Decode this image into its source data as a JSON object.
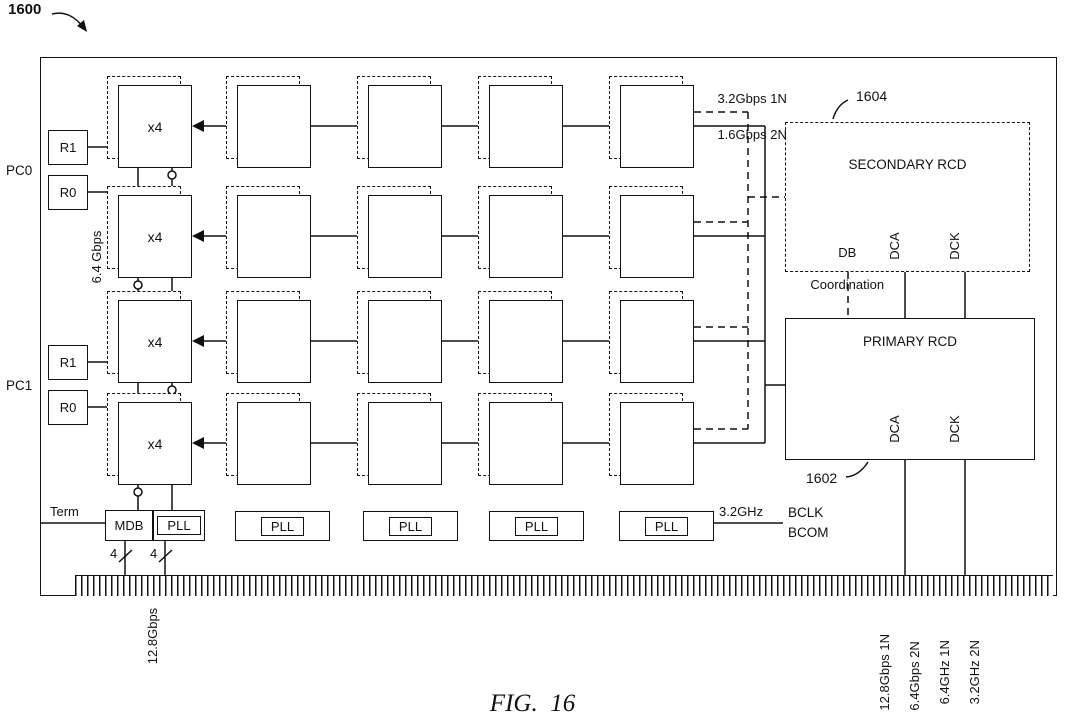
{
  "figure": {
    "ref": "1600",
    "caption": "FIG.  16"
  },
  "channels": {
    "pc0": "PC0",
    "pc1": "PC1",
    "r1": "R1",
    "r0": "R0"
  },
  "dram": {
    "x4_label": "x4",
    "left_bus_speed": "6.4 Gbps",
    "link_speed_line1": "3.2Gbps 1N",
    "link_speed_line2": "1.6Gbps 2N"
  },
  "secondary_rcd": {
    "ref": "1604",
    "title": "SECONDARY RCD",
    "db_coord_line1": "DB",
    "db_coord_line2": "Coordination",
    "dca": "DCA",
    "dck": "DCK"
  },
  "primary_rcd": {
    "ref": "1602",
    "title": "PRIMARY RCD",
    "dca": "DCA",
    "dck": "DCK"
  },
  "clock_row": {
    "term": "Term",
    "mdb": "MDB",
    "pll": "PLL",
    "freq": "3.2GHz",
    "bclk": "BCLK",
    "bcom": "BCOM",
    "bus_width": "4"
  },
  "connector_labels": {
    "mdb_speed": "12.8Gbps",
    "dca_line1": "12.8Gbps 1N",
    "dca_line2": "6.4Gbps 2N",
    "dck_line1": "6.4GHz 1N",
    "dck_line2": "3.2GHz 2N"
  }
}
